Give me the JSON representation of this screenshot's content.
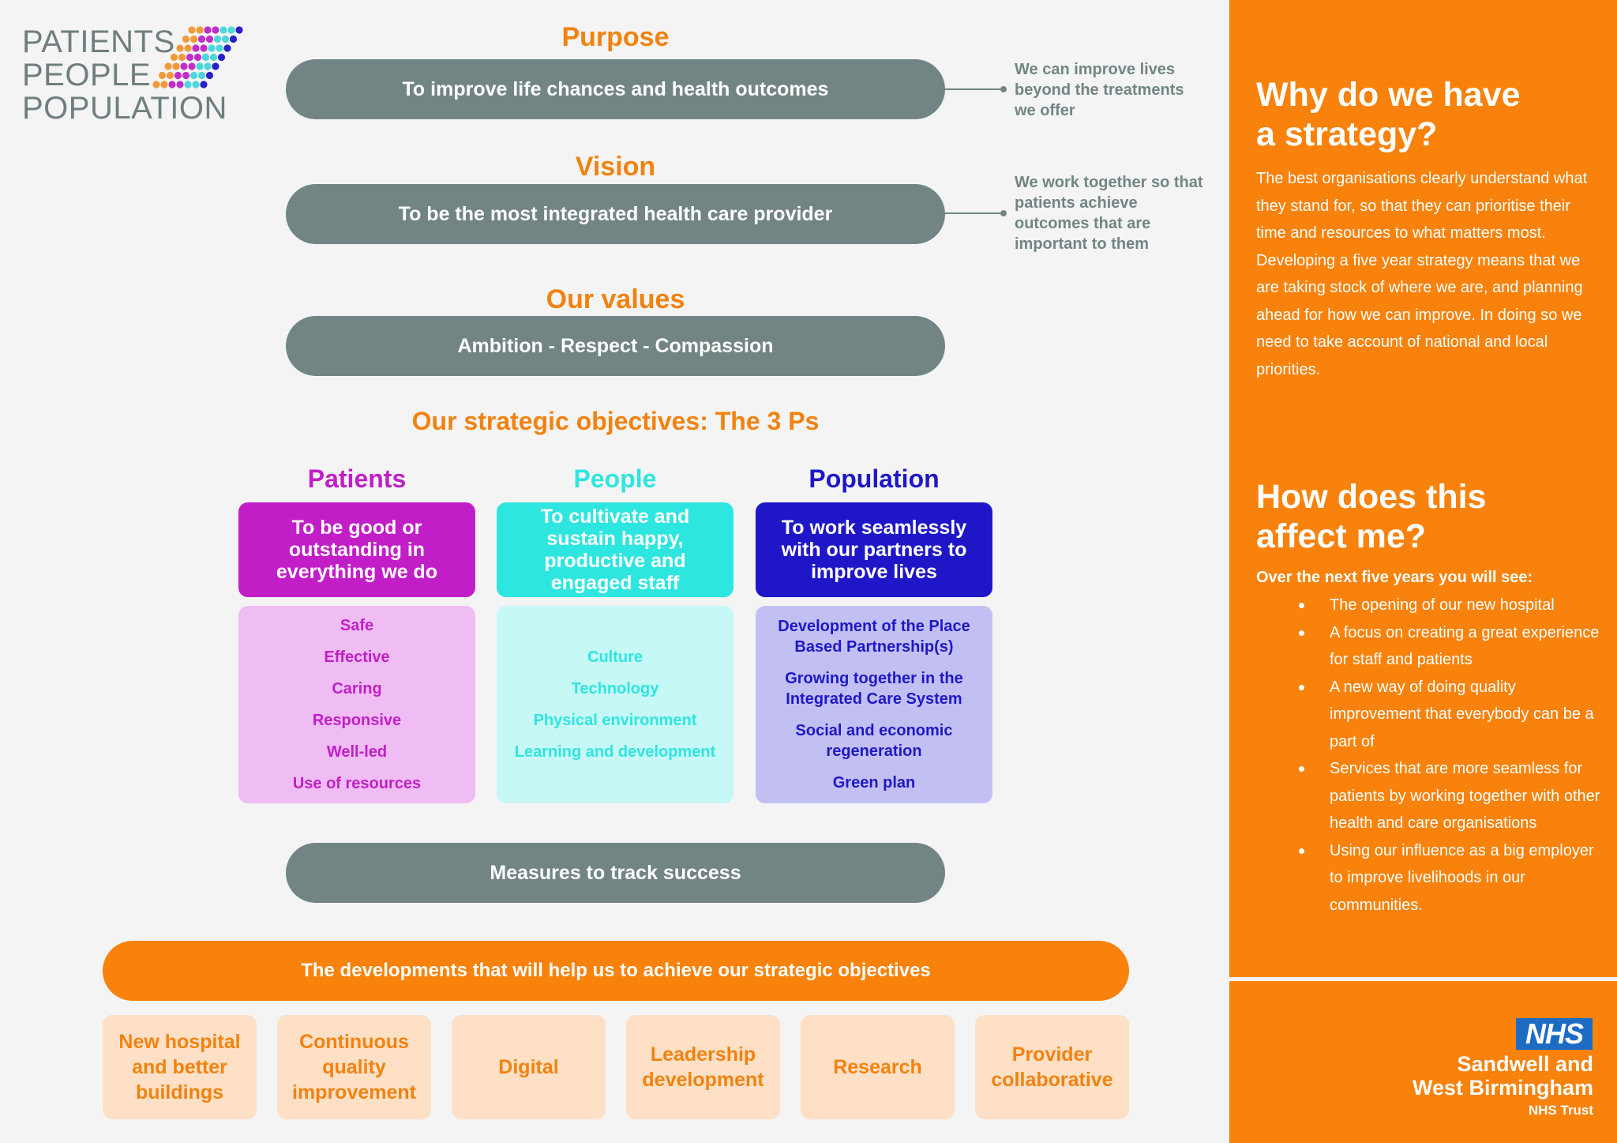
{
  "logo": {
    "lines": [
      "PATIENTS",
      "PEOPLE",
      "POPULATION"
    ],
    "dot_colors": [
      "#f29a3a",
      "#f29a3a",
      "#c02ec8",
      "#c02ec8",
      "#4ad8dc",
      "#4ad8dc",
      "#2a1fc9"
    ]
  },
  "purpose": {
    "heading": "Purpose",
    "statement": "To improve life chances and health outcomes",
    "note": "We can improve lives beyond the treatments we offer"
  },
  "vision": {
    "heading": "Vision",
    "statement": "To be the most integrated health care provider",
    "note": "We work together so that patients achieve outcomes that are important to them"
  },
  "values": {
    "heading": "Our values",
    "statement": "Ambition - Respect - Compassion"
  },
  "objectives": {
    "heading": "Our strategic objectives: The 3 Ps",
    "patients": {
      "title": "Patients",
      "aim": "To be good or outstanding in everything we do",
      "items": [
        "Safe",
        "Effective",
        "Caring",
        "Responsive",
        "Well-led",
        "Use of resources"
      ]
    },
    "people": {
      "title": "People",
      "aim": "To cultivate and sustain happy, productive and engaged staff",
      "items": [
        "Culture",
        "Technology",
        "Physical environment",
        "Learning and development"
      ]
    },
    "population": {
      "title": "Population",
      "aim": "To work seamlessly with our partners to improve lives",
      "items": [
        "Development of the Place Based Partnership(s)",
        "Growing together in the Integrated Care System",
        "Social and economic regeneration",
        "Green plan"
      ]
    }
  },
  "measures": "Measures to track success",
  "developments": {
    "heading": "The developments that will help us to achieve our strategic objectives",
    "items": [
      "New hospital and better buildings",
      "Continuous quality improvement",
      "Digital",
      "Leadership development",
      "Research",
      "Provider collaborative"
    ]
  },
  "panel": {
    "why_heading_1": "Why do we have",
    "why_heading_2": "a strategy?",
    "why_para_1": "The best organisations clearly understand what they stand for, so that they can prioritise their time and resources to what matters most.",
    "why_para_2": "Developing a five year strategy means that we are taking stock of where we are, and planning ahead for how we can improve. In doing so we need to take account of national and local priorities.",
    "how_heading_1": "How does this",
    "how_heading_2": "affect me?",
    "how_lead": "Over the next five years you will see:",
    "how_items": [
      "The opening of our new hospital",
      "A focus on creating a great experience for staff and patients",
      "A new way of doing quality improvement that everybody can be a part of",
      "Services that are more seamless for patients by working together with other health and care organisations",
      "Using our influence as a big employer to improve livelihoods in our communities."
    ]
  },
  "footer": {
    "nhs": "NHS",
    "trust_line_1": "Sandwell and",
    "trust_line_2": "West Birmingham",
    "trust_sub": "NHS Trust"
  },
  "colors": {
    "orange": "#f8820b",
    "grey": "#728584",
    "magenta": "#c21ec8",
    "cyan": "#2ee6e0",
    "indigo": "#1f17c7"
  }
}
